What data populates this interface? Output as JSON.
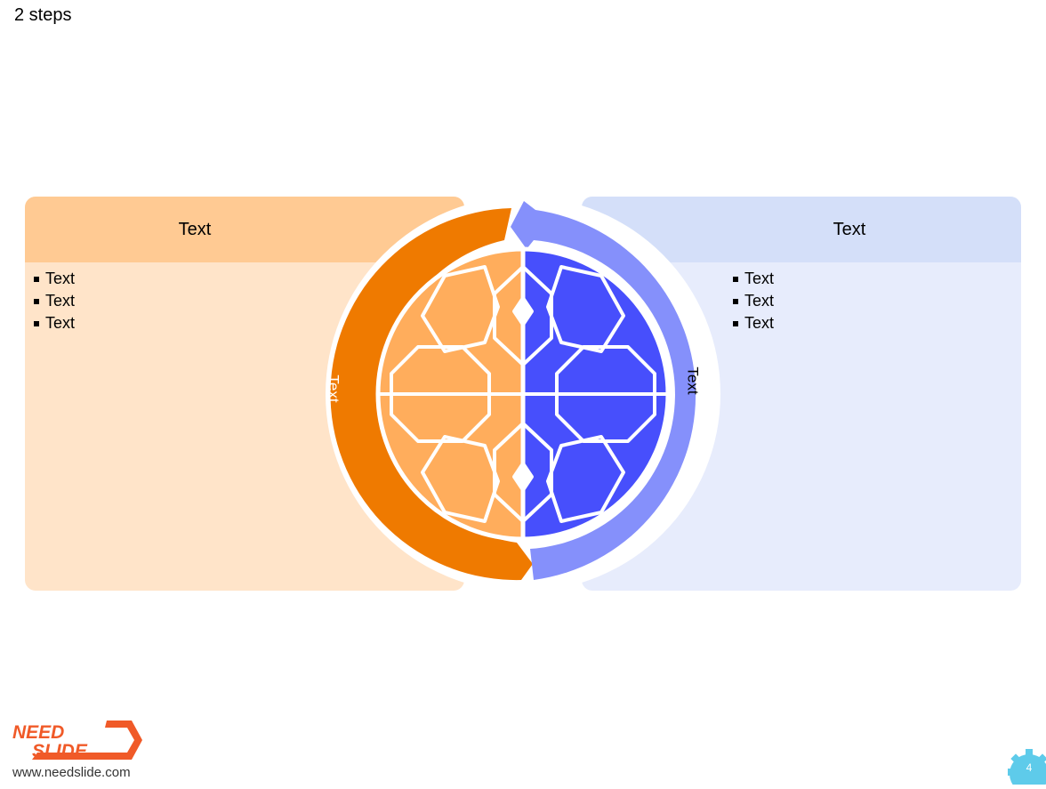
{
  "slide": {
    "title": "2 steps"
  },
  "left_panel": {
    "heading": "Text",
    "bullets": [
      "Text",
      "Text",
      "Text"
    ],
    "arc_label": "Text"
  },
  "right_panel": {
    "heading": "Text",
    "bullets": [
      "Text",
      "Text",
      "Text"
    ],
    "arc_label": "Text"
  },
  "footer": {
    "logo_line1": "NEED",
    "logo_line2": "SLIDE",
    "website": "www.needslide.com",
    "page_number": "4"
  },
  "colors": {
    "left_panel_bg": "#ffe4c9",
    "left_header_bg": "#ffca93",
    "left_arrow": "#ef7a00",
    "left_circle": "#ffad5c",
    "right_panel_bg": "#e7ecfc",
    "right_header_bg": "#d4dff9",
    "right_arrow": "#8590fb",
    "right_circle": "#474ffc"
  },
  "icons": {
    "pattern": "geometric-star-pattern-icon",
    "left_arrow": "curved-arrow-down-right-icon",
    "right_arrow": "curved-arrow-up-left-icon",
    "page_badge": "gear-badge-icon"
  }
}
